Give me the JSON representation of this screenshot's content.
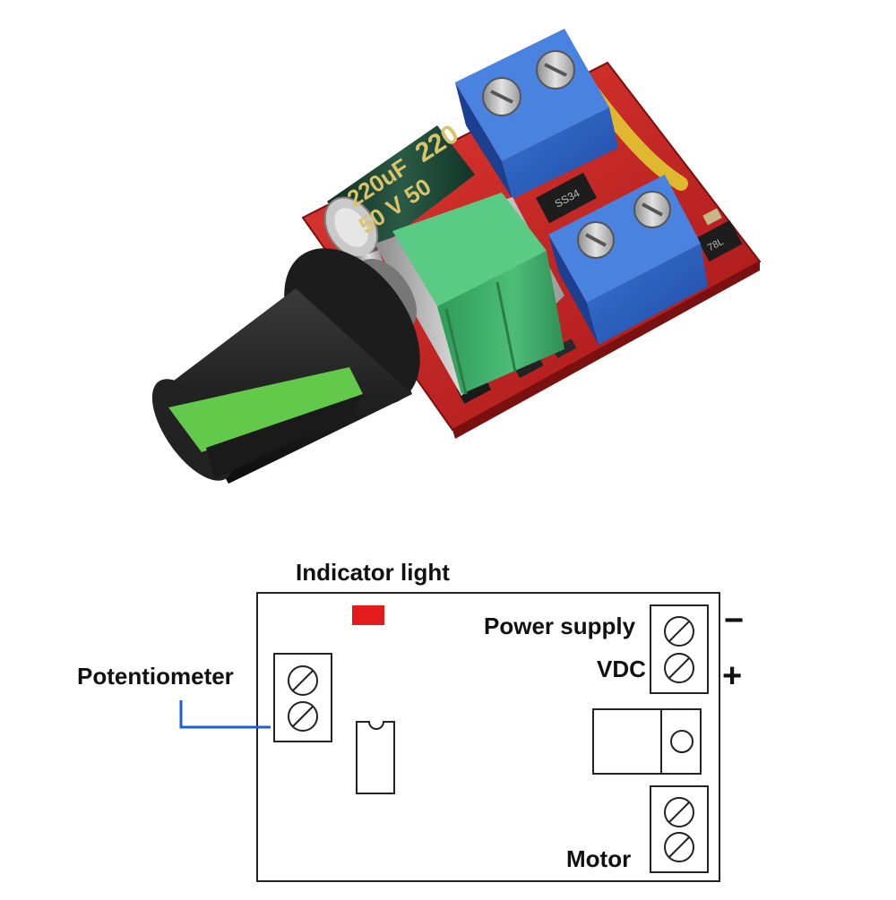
{
  "photo": {
    "capacitor_text_top": "220",
    "capacitor_text_mid": "220uF",
    "capacitor_text_bottom": "50 V 50",
    "mosfet_text": "SS34",
    "regulator_text": "78L",
    "colors": {
      "pcb": "#c81e1e",
      "terminal_block": "#2c5dbd",
      "capacitor": "#1f4a38",
      "capacitor_text": "#d9c46a",
      "potentiometer": "#3fae6a",
      "knob": "#1a1a1a",
      "knob_stripe": "#62c94a",
      "jumper": "#e0b830"
    }
  },
  "diagram": {
    "labels": {
      "indicator": "Indicator light",
      "power": "Power supply",
      "vdc": "VDC",
      "potentiometer": "Potentiometer",
      "motor": "Motor",
      "minus": "−",
      "plus": "+"
    },
    "colors": {
      "indicator": "#e31b1b",
      "pot_lead": "#1f5ed8",
      "outline": "#222222"
    }
  }
}
